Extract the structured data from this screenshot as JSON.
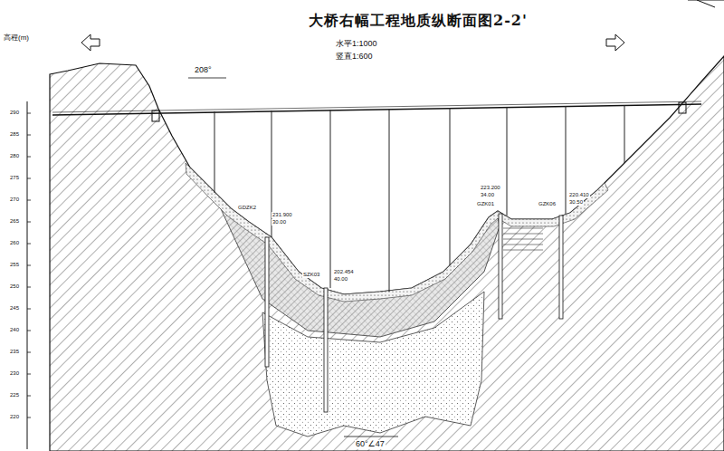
{
  "diagram": {
    "title": "大桥右幅工程地质纵断面图2-2'",
    "labels": [
      "水平1:1000",
      "竖直1:600",
      "高程(m)",
      "208°",
      "60°∠47",
      "GDZK2",
      "231.900",
      "30.00",
      "SZK03",
      "202.454",
      "40.00",
      "GZK01",
      "223.200",
      "34.00",
      "GZK06",
      "220.410",
      "30.50",
      "290",
      "285",
      "280",
      "275",
      "270",
      "265",
      "260",
      "255",
      "250",
      "245",
      "240",
      "235",
      "230",
      "225",
      "220"
    ]
  }
}
